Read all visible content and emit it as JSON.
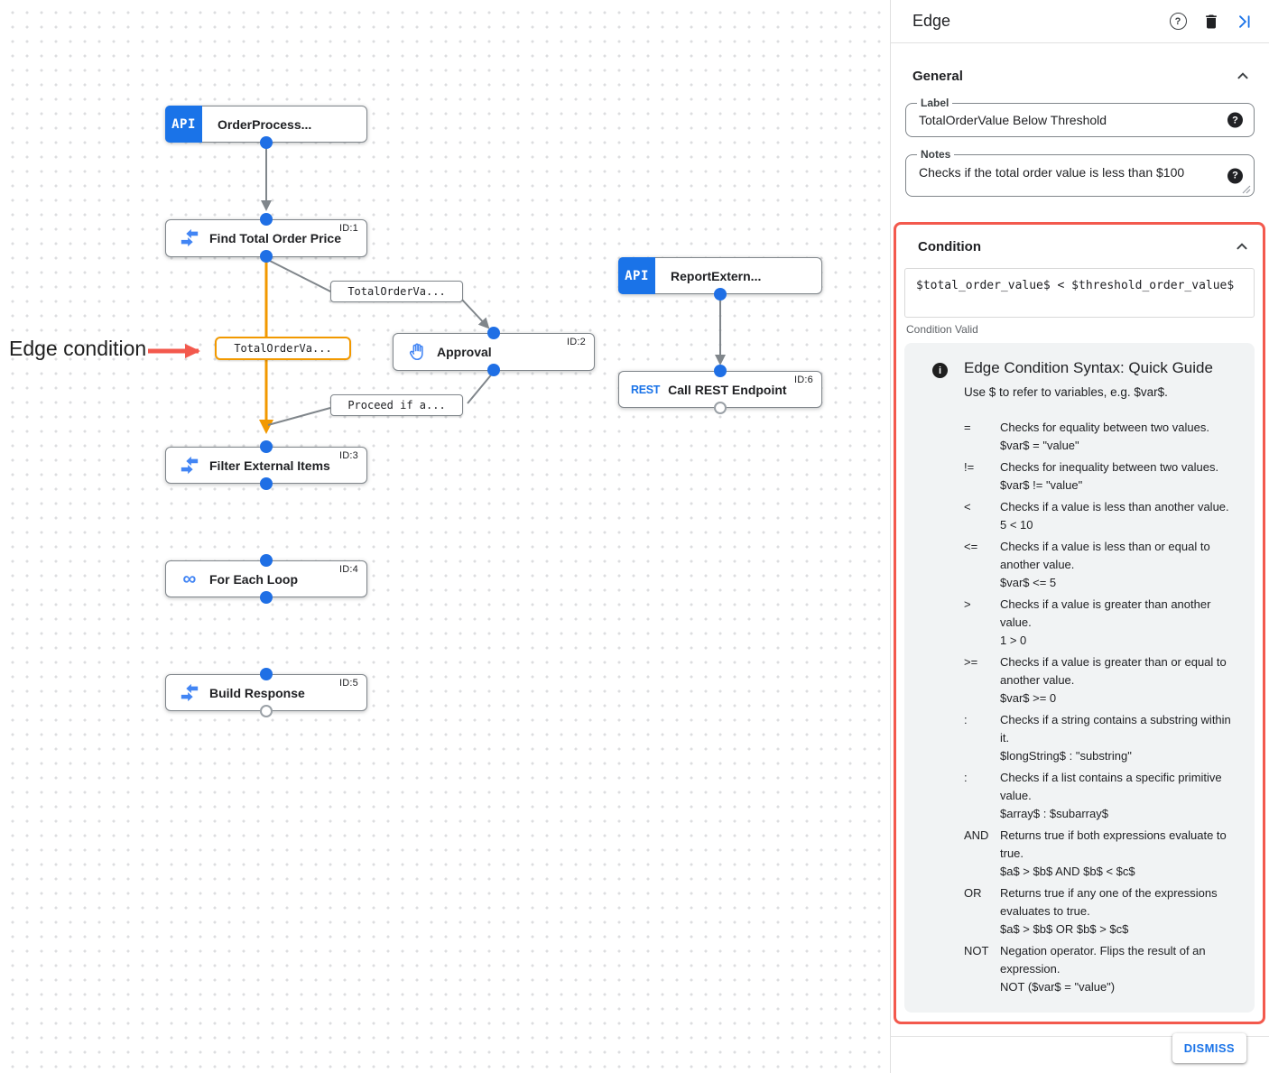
{
  "colors": {
    "accent_blue": "#1a73e8",
    "icon_blue": "#4285f4",
    "edge_gray": "#80868b",
    "edge_orange": "#f29900",
    "highlight_red": "#f3594d",
    "text_primary": "#202124",
    "text_secondary": "#5f6368"
  },
  "icons": {
    "help": "?",
    "field_help": "?",
    "info": "i",
    "loop": "∞"
  },
  "canvas": {
    "annotation": {
      "label": "Edge condition"
    },
    "nodes": [
      {
        "label": "OrderProcess...",
        "id": "",
        "icon": "api-icon",
        "icon_text": "API"
      },
      {
        "label": "Find Total Order Price",
        "id": "ID:1",
        "icon": "data-mapping-icon"
      },
      {
        "label": "Approval",
        "id": "ID:2",
        "icon": "pan-tool-icon"
      },
      {
        "label": "ReportExtern...",
        "id": "",
        "icon": "api-icon",
        "icon_text": "API"
      },
      {
        "label": "Call REST Endpoint",
        "id": "ID:6",
        "icon": "rest-icon",
        "icon_text": "REST"
      },
      {
        "label": "Filter External Items",
        "id": "ID:3",
        "icon": "data-mapping-icon"
      },
      {
        "label": "For Each Loop",
        "id": "ID:4",
        "icon": "loop-icon"
      },
      {
        "label": "Build Response",
        "id": "ID:5",
        "icon": "data-mapping-icon"
      }
    ],
    "edge_labels": [
      {
        "text": "TotalOrderVa...",
        "variant": "gray"
      },
      {
        "text": "TotalOrderVa...",
        "variant": "orange-selected"
      },
      {
        "text": "Proceed if a...",
        "variant": "gray"
      }
    ]
  },
  "panel": {
    "title": "Edge",
    "sections": {
      "general": "General",
      "condition": "Condition"
    },
    "label_field": {
      "label": "Label",
      "value": "TotalOrderValue Below Threshold"
    },
    "notes_field": {
      "label": "Notes",
      "value": "Checks if the total order value is less than $100"
    },
    "condition": {
      "expression": "$total_order_value$ < $threshold_order_value$",
      "status": "Condition Valid",
      "guide": {
        "title": "Edge Condition Syntax: Quick Guide",
        "subtitle": "Use $ to refer to variables, e.g. $var$.",
        "rules": [
          {
            "op": "=",
            "desc": "Checks for equality between two values.",
            "example": "$var$ = \"value\""
          },
          {
            "op": "!=",
            "desc": "Checks for inequality between two values.",
            "example": "$var$ != \"value\""
          },
          {
            "op": "<",
            "desc": "Checks if a value is less than another value.",
            "example": "5 < 10"
          },
          {
            "op": "<=",
            "desc": "Checks if a value is less than or equal to another value.",
            "example": "$var$ <= 5"
          },
          {
            "op": ">",
            "desc": "Checks if a value is greater than another value.",
            "example": "1 > 0"
          },
          {
            "op": ">=",
            "desc": "Checks if a value is greater than or equal to another value.",
            "example": "$var$ >= 0"
          },
          {
            "op": ":",
            "desc": "Checks if a string contains a substring within it.",
            "example": "$longString$ : \"substring\""
          },
          {
            "op": ":",
            "desc": "Checks if a list contains a specific primitive value.",
            "example": "$array$ : $subarray$"
          },
          {
            "op": "AND",
            "desc": "Returns true if both expressions evaluate to true.",
            "example": "$a$ > $b$ AND $b$ < $c$"
          },
          {
            "op": "OR",
            "desc": "Returns true if any one of the expressions evaluates to true.",
            "example": "$a$ > $b$ OR $b$ > $c$"
          },
          {
            "op": "NOT",
            "desc": "Negation operator. Flips the result of an expression.",
            "example": "NOT ($var$ = \"value\")"
          }
        ]
      }
    },
    "dismiss_label": "DISMISS"
  }
}
